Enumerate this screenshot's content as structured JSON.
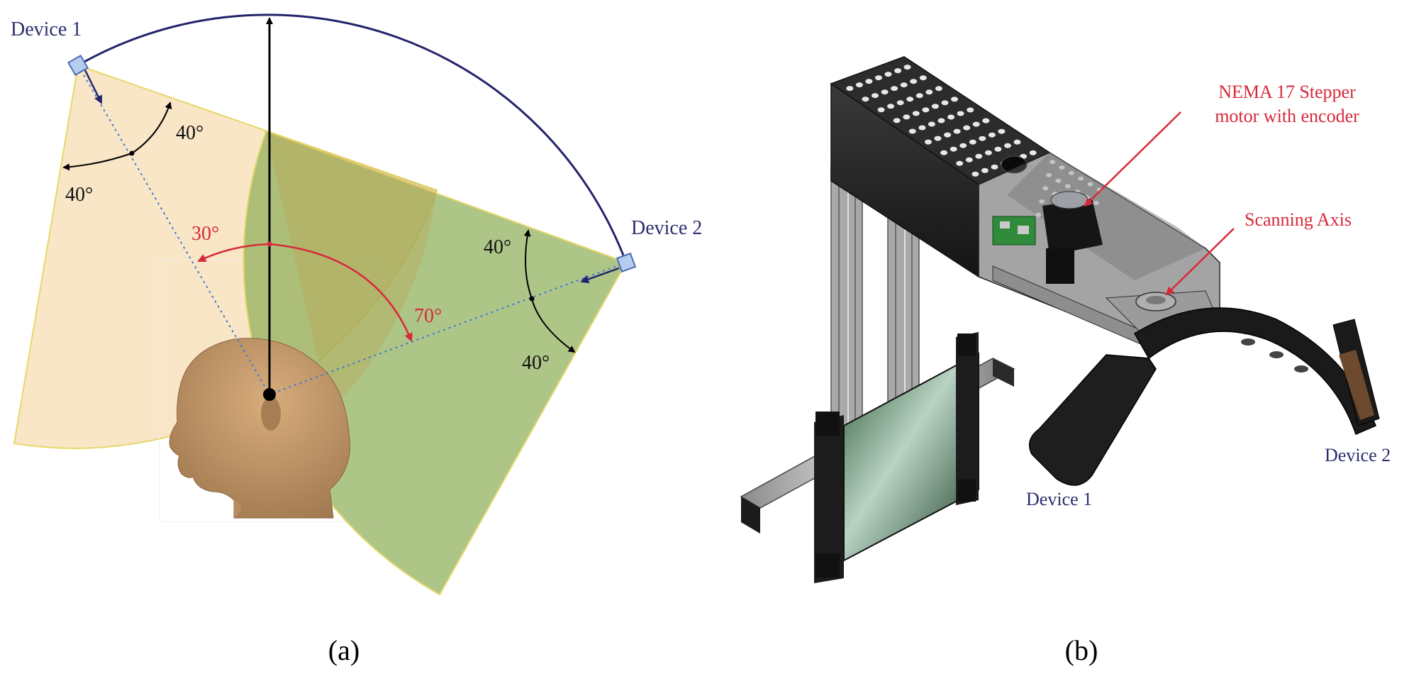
{
  "panel_a": {
    "device1_label": "Device 1",
    "device2_label": "Device 2",
    "angle_d1_upper": "40°",
    "angle_d1_lower": "40°",
    "angle_d2_upper": "40°",
    "angle_d2_lower": "40°",
    "angle_red_left": "30°",
    "angle_red_right": "70°",
    "caption": "(a)"
  },
  "panel_b": {
    "motor_label_line1": "NEMA 17 Stepper",
    "motor_label_line2": "motor with encoder",
    "scanning_label": "Scanning Axis",
    "device1_label": "Device 1",
    "device2_label": "Device 2",
    "caption": "(b)"
  },
  "colors": {
    "device_label": "#2b2f6e",
    "arc": "#23236b",
    "annotation_red": "#d8283a",
    "fov1_fill": "#f8e2bd",
    "fov2_fill": "#8fae5a",
    "fov_edge": "#e6d86a",
    "skin": "#c99a6a",
    "body_black": "#1e1e1e"
  }
}
